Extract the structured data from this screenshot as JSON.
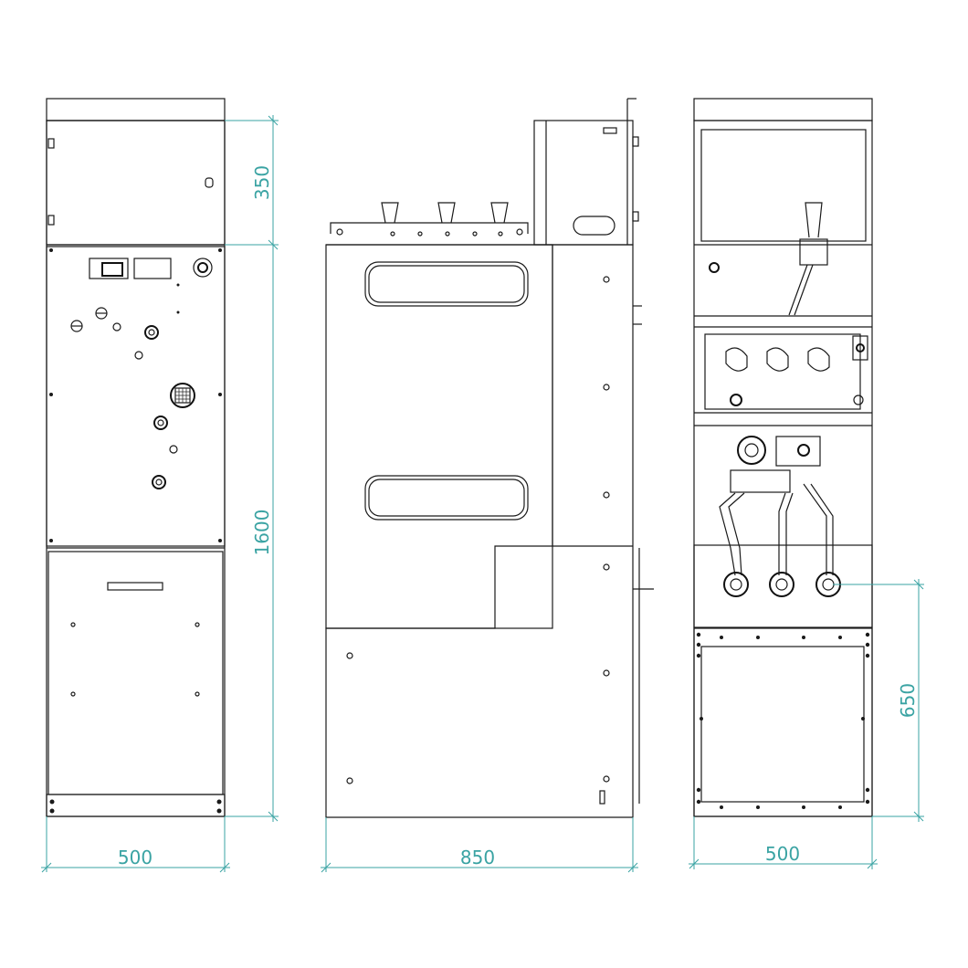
{
  "dimensions": {
    "front_width": "500",
    "front_height_top": "350",
    "front_height_total": "1600",
    "side_width": "850",
    "rear_width": "500",
    "rear_cable_height": "650"
  },
  "colors": {
    "line": "#1a1a1a",
    "dimension": "#3aa3a3",
    "background": "#ffffff"
  }
}
